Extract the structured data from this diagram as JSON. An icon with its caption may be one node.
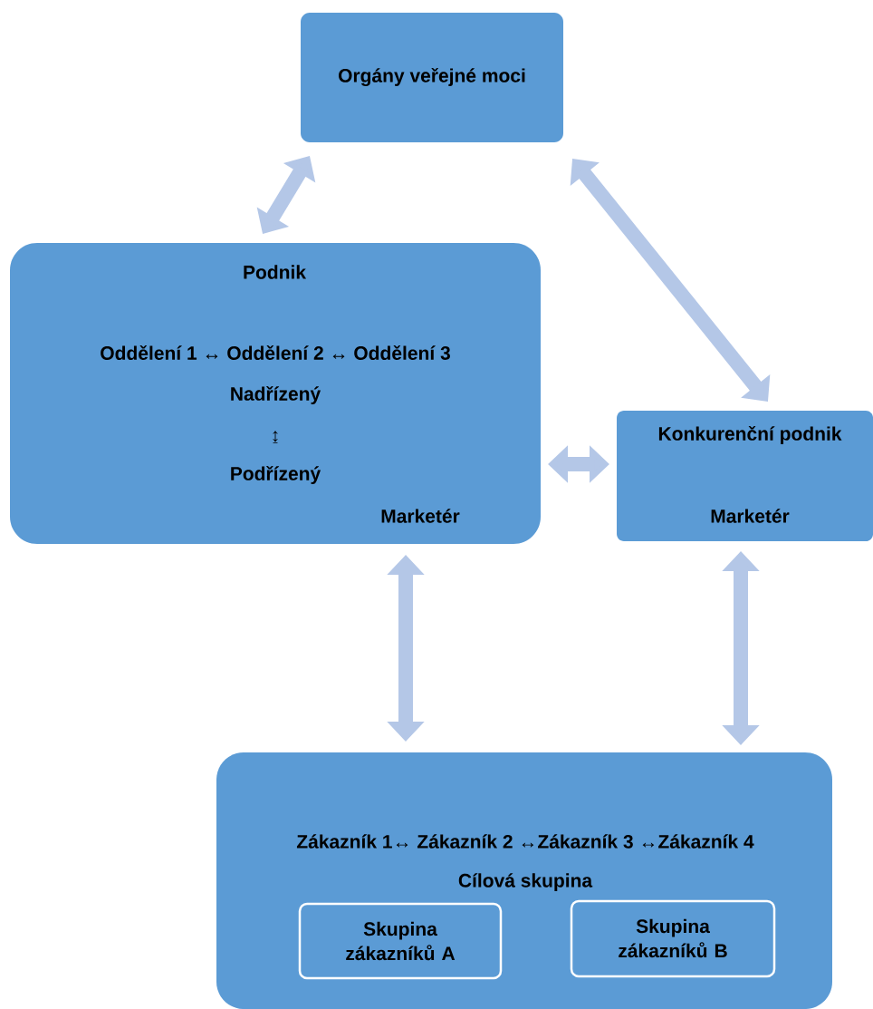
{
  "diagram": {
    "nodes": [
      {
        "text": [
          "Orgány veřejné moci"
        ]
      },
      {
        "text": [
          "Podnik",
          "Oddělení 1 ↔ Oddělení 2 ↔ Oddělení 3",
          "Nadřízený",
          "↨",
          "Podřízený",
          "Marketér"
        ]
      },
      {
        "text": [
          "Konkurenční podnik",
          "Marketér"
        ]
      },
      {
        "text": [
          "Zákazník 1↔ Zákazník 2 ↔Zákazník 3 ↔Zákazník 4",
          "Cílová skupina"
        ]
      },
      {
        "text": [
          "Skupina zákazníků A"
        ],
        "in": 3
      },
      {
        "text": [
          "Skupina zákazníků B"
        ],
        "in": 3
      }
    ],
    "edges": [
      {
        "from": 0,
        "to": 1,
        "arrow": "both"
      },
      {
        "from": 0,
        "to": 2,
        "arrow": "both"
      },
      {
        "from": 1,
        "to": 2,
        "arrow": "both"
      },
      {
        "from": 1,
        "to": 3,
        "arrow": "both"
      },
      {
        "from": 2,
        "to": 3,
        "arrow": "both"
      }
    ]
  }
}
